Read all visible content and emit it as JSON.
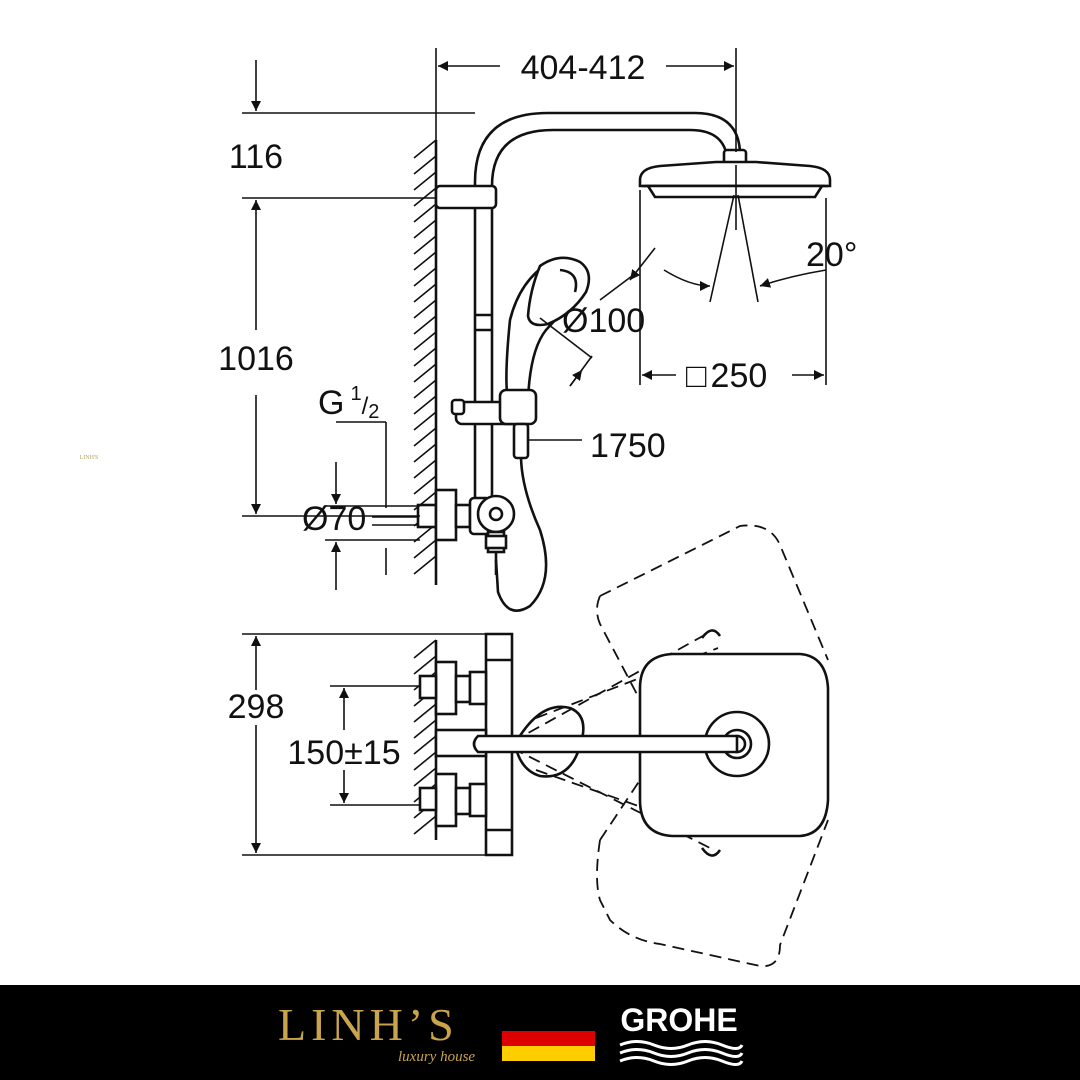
{
  "drawing": {
    "dimensions": {
      "arm_reach": "404-412",
      "top_offset": "116",
      "rail_height": "1016",
      "thread": "G",
      "thread_frac_num": "1",
      "thread_frac_den": "2",
      "inlet_diameter": "Ø70",
      "hand_shower_diameter": "Ø100",
      "hose_length": "1750",
      "head_size_symbol": "□",
      "head_size": "250",
      "tilt_angle": "20°",
      "mixer_width": "298",
      "inlet_spacing": "150±15"
    }
  },
  "footer": {
    "side_mark": "LINH'S",
    "brand_name": "LINH’S",
    "brand_tagline": "luxury house",
    "flag_colors": [
      "#000000",
      "#dd0000",
      "#ffce00"
    ],
    "partner_logo": "GROHE",
    "background": "#000000",
    "gold": "#c9a44c"
  }
}
